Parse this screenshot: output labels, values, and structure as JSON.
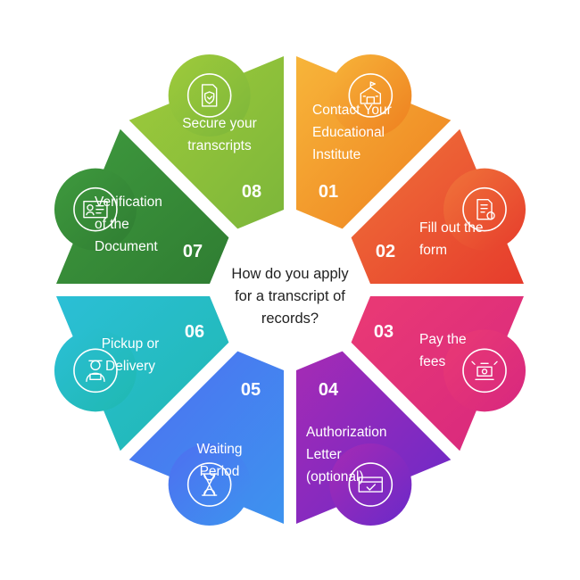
{
  "center": {
    "lines": [
      "How do you apply",
      "for a transcript of",
      "records?"
    ]
  },
  "segments": [
    {
      "number": "01",
      "lines": [
        "Contact Your",
        "Educational",
        "Institute"
      ],
      "icon": "school-icon",
      "colors": [
        "#f7b53a",
        "#ee7f1f"
      ]
    },
    {
      "number": "02",
      "lines": [
        "Fill out the",
        "form"
      ],
      "icon": "form-icon",
      "colors": [
        "#f0743a",
        "#e63c2c"
      ]
    },
    {
      "number": "03",
      "lines": [
        "Pay the",
        "fees"
      ],
      "icon": "payment-icon",
      "colors": [
        "#ea3a74",
        "#d7277f"
      ]
    },
    {
      "number": "04",
      "lines": [
        "Authorization",
        "Letter",
        "(optional)"
      ],
      "icon": "card-icon",
      "colors": [
        "#a62bb4",
        "#6a29c9"
      ]
    },
    {
      "number": "05",
      "lines": [
        "Waiting",
        "Period"
      ],
      "icon": "hourglass-icon",
      "colors": [
        "#4e6ff0",
        "#3d93ef"
      ]
    },
    {
      "number": "06",
      "lines": [
        "Pickup or",
        "Delivery"
      ],
      "icon": "delivery-person-icon",
      "colors": [
        "#2bbfd6",
        "#1fb8b0"
      ]
    },
    {
      "number": "07",
      "lines": [
        "Verification",
        "of the",
        "Document"
      ],
      "icon": "id-card-icon",
      "colors": [
        "#3f9a3e",
        "#2f7d32"
      ]
    },
    {
      "number": "08",
      "lines": [
        "Secure your",
        "transcripts"
      ],
      "icon": "secure-document-icon",
      "colors": [
        "#9fcb3b",
        "#7cb63a"
      ]
    }
  ]
}
